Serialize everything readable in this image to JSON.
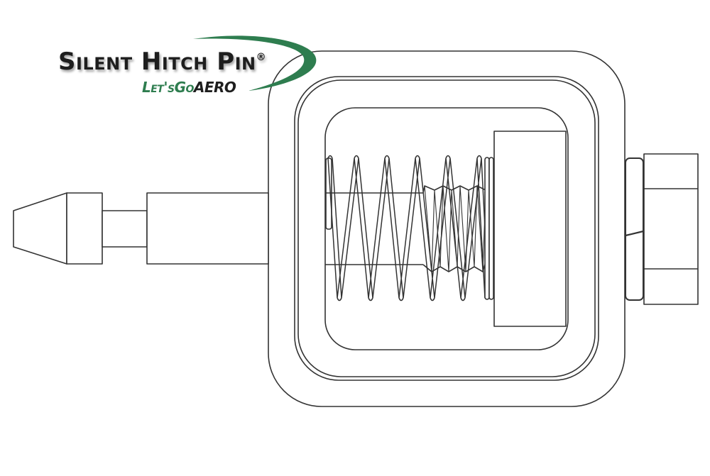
{
  "diagram": {
    "type": "technical line drawing",
    "subject": "Silent hitch pin cross-section",
    "background": "#ffffff",
    "line_color": "#333333"
  },
  "logo": {
    "main_text": "Silent Hitch Pin",
    "registered_mark": "®",
    "sub_text_prefix": "Let'sGo",
    "sub_text_brand": "AERO",
    "swoosh_color": "#2e7d4f",
    "text_color": "#1e1e1e"
  },
  "components": [
    {
      "id": "pin-tip",
      "label": "tapered pin tip"
    },
    {
      "id": "pin-collar",
      "label": "pin collar"
    },
    {
      "id": "pin-neck",
      "label": "pin neck groove"
    },
    {
      "id": "pin-body",
      "label": "pin body"
    },
    {
      "id": "receiver-frame",
      "label": "hitch receiver frame"
    },
    {
      "id": "spring",
      "label": "compression spring"
    },
    {
      "id": "bellows",
      "label": "bellows boot"
    },
    {
      "id": "end-cap",
      "label": "spring end cap"
    },
    {
      "id": "lock-washer",
      "label": "split lock washer"
    },
    {
      "id": "nut",
      "label": "hex nut"
    }
  ]
}
